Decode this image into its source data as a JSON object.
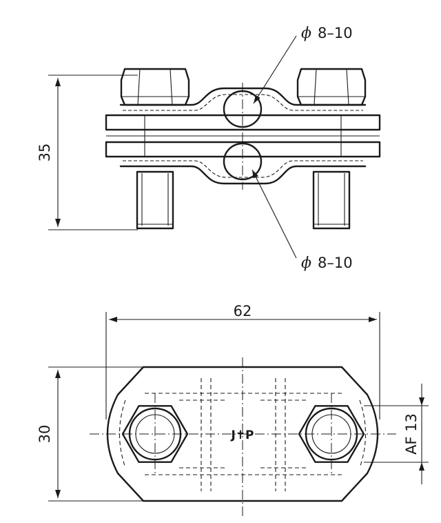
{
  "drawing": {
    "side_view": {
      "height_dimension": "35",
      "upper_callout": {
        "symbol": "ϕ",
        "range": "8–10"
      },
      "lower_callout": {
        "symbol": "ϕ",
        "range": "8–10"
      }
    },
    "top_view": {
      "width_dimension": "62",
      "depth_dimension": "30",
      "across_flats_dimension": "AF 13",
      "logo": "J✝P"
    }
  }
}
